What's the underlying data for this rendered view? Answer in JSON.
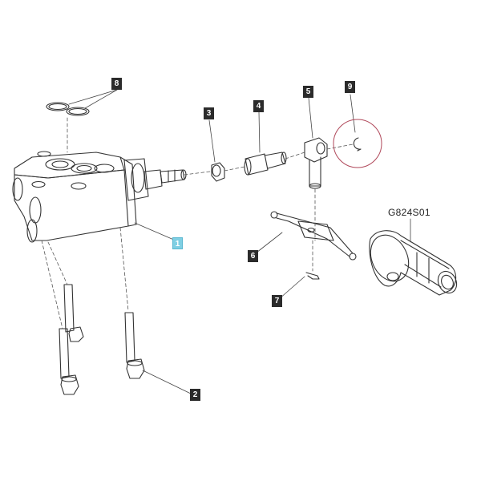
{
  "callouts": [
    {
      "id": "c1",
      "text": "1",
      "active": true
    },
    {
      "id": "c2",
      "text": "2"
    },
    {
      "id": "c3",
      "text": "3"
    },
    {
      "id": "c4",
      "text": "4"
    },
    {
      "id": "c5",
      "text": "5"
    },
    {
      "id": "c6",
      "text": "6"
    },
    {
      "id": "c7",
      "text": "7"
    },
    {
      "id": "c8",
      "text": "8"
    },
    {
      "id": "c9",
      "text": "9"
    }
  ],
  "figure_code": "G824S01",
  "colors": {
    "callout_bg": "#2b2b2b",
    "callout_active_bg": "#7fcfe3",
    "highlight_circle": "#b0485a",
    "line": "#333333"
  }
}
